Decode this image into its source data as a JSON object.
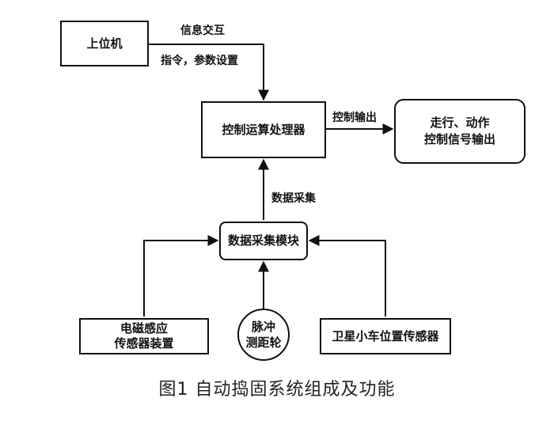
{
  "nodes": {
    "host": "上位机",
    "processor": "控制运算处理器",
    "output_line1": "走行、动作",
    "output_line2": "控制信号输出",
    "acquisition_module": "数据采集模块",
    "em_line1": "电磁感应",
    "em_line2": "传感器装置",
    "wheel_line1": "脉冲",
    "wheel_line2": "测距轮",
    "satellite": "卫星小车位置传感器"
  },
  "edge_labels": {
    "info_exchange": "信息交互",
    "commands": "指令，参数设置",
    "control_output": "控制输出",
    "data_acquisition": "数据采集"
  },
  "caption": "图1   自动捣固系统组成及功能"
}
